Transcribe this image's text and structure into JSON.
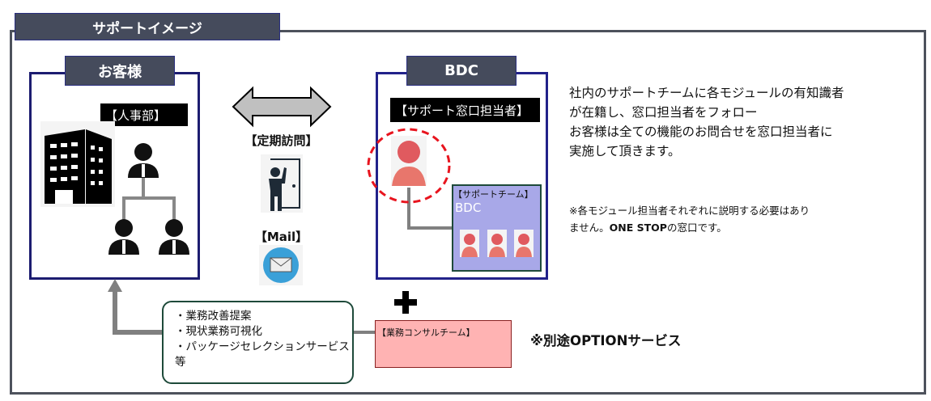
{
  "title": "サポートイメージ",
  "customer": {
    "tab": "お客様",
    "dept": "【人事部】"
  },
  "bdc": {
    "tab": "BDC",
    "contact": "【サポート窓口担当者】",
    "team_label": "【サポートチーム】",
    "team_name": "BDC"
  },
  "channels": {
    "visit": "【定期訪問】",
    "mail": "【Mail】"
  },
  "description": [
    "社内のサポートチームに各モジュールの有知識者",
    "が在籍し、窓口担当者をフォロー",
    "お客様は全ての機能のお問合せを窓口担当者に",
    "実施して頂きます。"
  ],
  "note": {
    "line1": "※各モジュール担当者それぞれに説明する必要はあり",
    "line2_pre": "ません。",
    "line2_bold": "ONE STOP",
    "line2_post": "の窓口です。"
  },
  "services": [
    "・業務改善提案",
    "・現状業務可視化",
    "・パッケージセレクションサービス",
    "等"
  ],
  "consult_team": "【業務コンサルチーム】",
  "option": "※別途OPTIONサービス",
  "colors": {
    "tab": "#454b5c",
    "navy": "#1c1c70",
    "team_fill": "#a8a8e8",
    "consult_fill": "#ffb3b3",
    "person_red": "#e05a5f"
  }
}
